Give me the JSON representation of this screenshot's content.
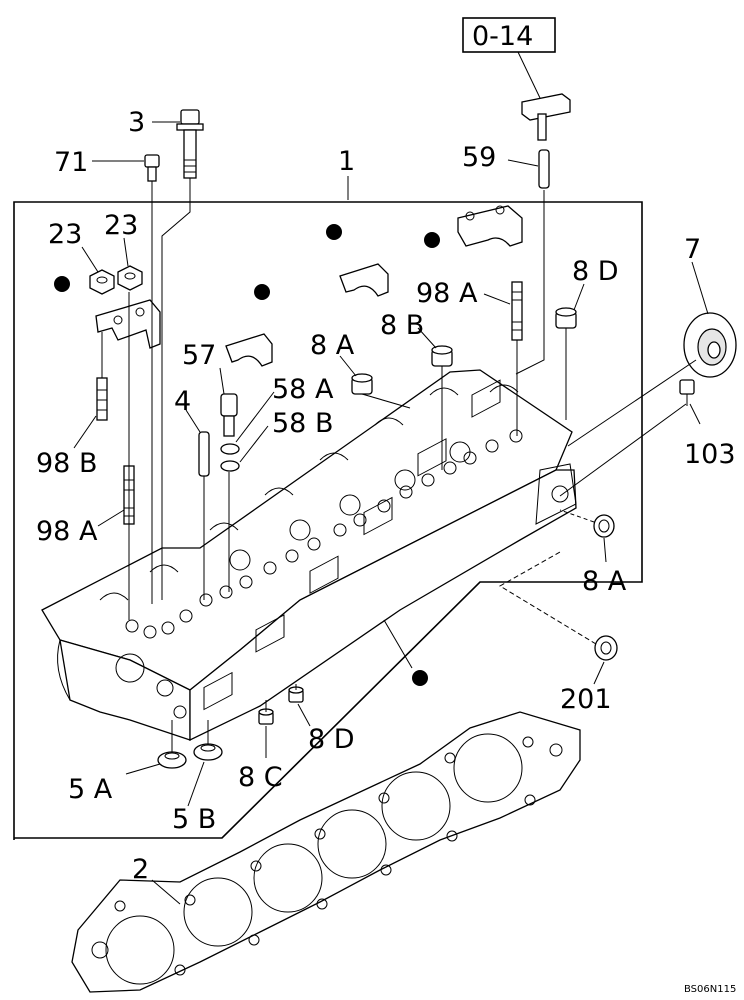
{
  "labels": {
    "ref_box": "0-14",
    "p59": "59",
    "p3": "3",
    "p71": "71",
    "p1": "1",
    "p23a": "23",
    "p23b": "23",
    "p7": "7",
    "p8D_top": "8 D",
    "p98A_top": "98 A",
    "p8B": "8 B",
    "p8A_top": "8 A",
    "p57": "57",
    "p58A": "58 A",
    "p58B": "58 B",
    "p4": "4",
    "p98B": "98 B",
    "p103": "103",
    "p98A_left": "98 A",
    "p8A_right": "8 A",
    "p201": "201",
    "p8D_bottom": "8 D",
    "p8C": "8 C",
    "p5A": "5 A",
    "p5B": "5 B",
    "p2": "2",
    "code": "BS06N115"
  }
}
